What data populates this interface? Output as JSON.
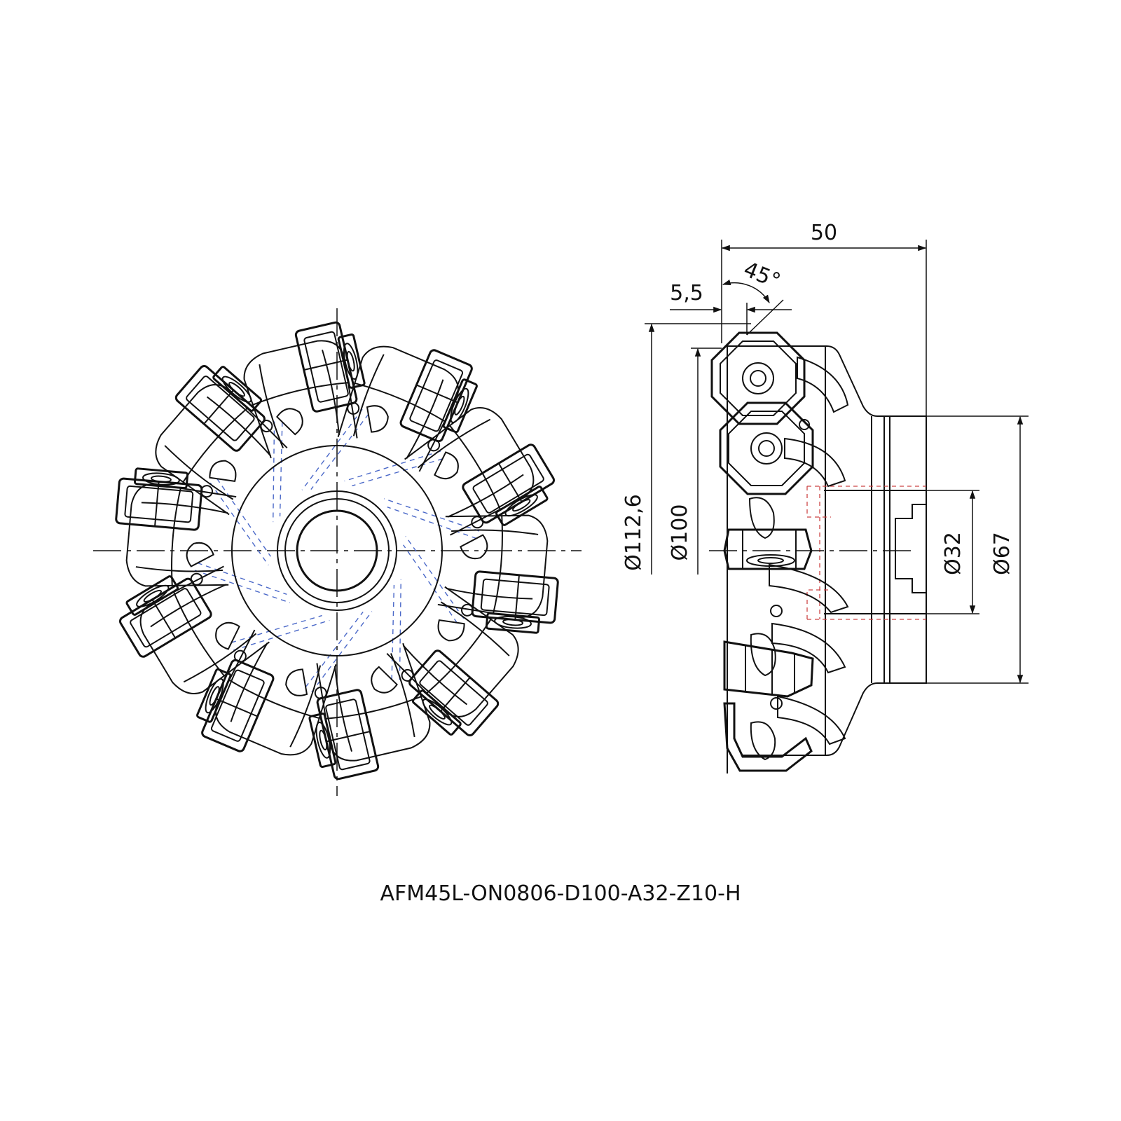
{
  "title": "AFM45L-ON0806-D100-A32-Z10-H",
  "dimensions": {
    "length": "50",
    "depth": "5,5",
    "angle": "45°",
    "dia_outer": "Ø112,6",
    "dia_cut": "Ø100",
    "dia_bore": "Ø32",
    "dia_hub": "Ø67"
  },
  "front_view": {
    "tooth_count": 10
  }
}
